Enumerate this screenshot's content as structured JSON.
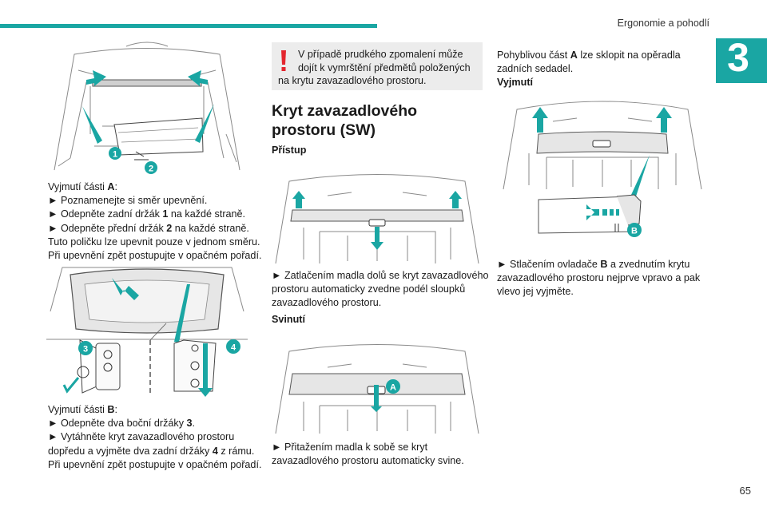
{
  "header": {
    "section_title": "Ergonomie a pohodlí",
    "chapter_number": "3",
    "page_number": "65"
  },
  "left": {
    "remove_a": {
      "lines": [
        {
          "pre": "Vyjmutí části ",
          "bold": "A",
          "post": ":"
        },
        {
          "pre": "► Poznamenejte si směr upevnění.",
          "bold": "",
          "post": ""
        },
        {
          "pre": "► Odepněte zadní držák ",
          "bold": "1",
          "post": " na každé straně."
        },
        {
          "pre": "► Odepněte přední držák ",
          "bold": "2",
          "post": " na každé straně."
        },
        {
          "pre": "Tuto poličku lze upevnit pouze v jednom směru.",
          "bold": "",
          "post": ""
        },
        {
          "pre": "Při upevnění zpět postupujte v opačném pořadí.",
          "bold": "",
          "post": ""
        }
      ]
    },
    "remove_b": {
      "lines": [
        {
          "pre": "Vyjmutí části ",
          "bold": "B",
          "post": ":"
        },
        {
          "pre": "► Odepněte dva boční držáky ",
          "bold": "3",
          "post": "."
        },
        {
          "pre": "► Vytáhněte kryt zavazadlového prostoru",
          "bold": "",
          "post": ""
        },
        {
          "pre": "dopředu a vyjměte dva zadní držáky ",
          "bold": "4",
          "post": " z rámu."
        },
        {
          "pre": "Při upevnění zpět postupujte v opačném pořadí.",
          "bold": "",
          "post": ""
        }
      ]
    },
    "callouts": {
      "c1": "1",
      "c2": "2",
      "c3": "3",
      "c4": "4"
    }
  },
  "middle": {
    "warning": {
      "line1": "V případě prudkého zpomalení může",
      "line2": "dojít k vymrštění předmětů položených",
      "line3": "na krytu zavazadlového prostoru."
    },
    "section_title_line1": "Kryt zavazadlového",
    "section_title_line2": "prostoru (SW)",
    "access_heading": "Přístup",
    "access_text": [
      "► Zatlačením madla dolů se kryt zavazadlového",
      "prostoru automaticky zvedne podél sloupků",
      "zavazadlového prostoru."
    ],
    "rollup_heading": "Svinutí",
    "rollup_text": [
      "► Přitažením madla k sobě se kryt",
      "zavazadlového prostoru automaticky svine."
    ],
    "callout_a": "A"
  },
  "right": {
    "intro": [
      {
        "pre": "Pohyblivou část ",
        "bold": "A",
        "post": " lze sklopit na opěradla"
      },
      {
        "pre": "zadních sedadel.",
        "bold": "",
        "post": ""
      }
    ],
    "removal_heading": "Vyjmutí",
    "removal_text": [
      {
        "pre": "► Stlačením ovladače ",
        "bold": "B",
        "post": " a zvednutím krytu"
      },
      {
        "pre": "zavazadlového prostoru nejprve vpravo a pak",
        "bold": "",
        "post": ""
      },
      {
        "pre": "vlevo jej vyjměte.",
        "bold": "",
        "post": ""
      }
    ],
    "callout_b": "B"
  },
  "colors": {
    "accent": "#1aa6a3",
    "warning": "#e3262e",
    "callout": "#1aa6a3",
    "warning_bg": "#ececec"
  }
}
